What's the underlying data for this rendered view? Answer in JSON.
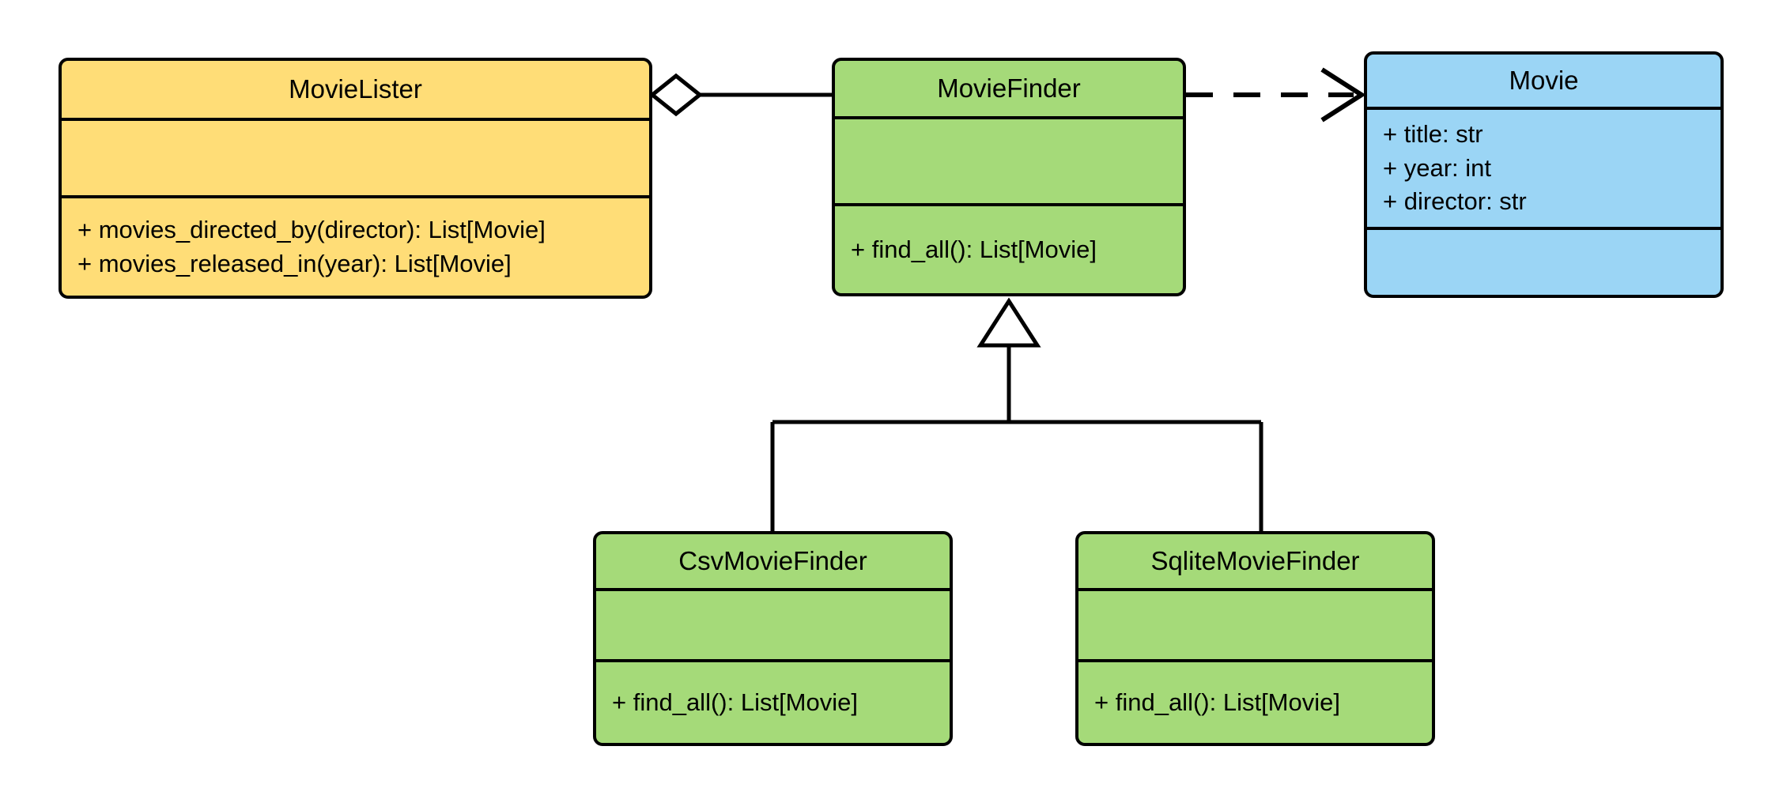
{
  "diagram": {
    "type": "uml-class-diagram",
    "title": "MovieLister dependency injection class diagram",
    "background_color": "#ffffff",
    "stroke_color": "#000000"
  },
  "palette": {
    "lister_fill": "#ffdd77",
    "finder_fill": "#a5da79",
    "movie_fill": "#9bd5f5",
    "stroke": "#000000"
  },
  "classes": [
    {
      "id": "movie-lister",
      "name": "MovieLister",
      "fill": "#ffdd77",
      "attributes": [],
      "methods": [
        "+ movies_directed_by(director): List[Movie]",
        "+ movies_released_in(year): List[Movie]"
      ]
    },
    {
      "id": "movie-finder",
      "name": "MovieFinder",
      "fill": "#a5da79",
      "attributes": [],
      "methods": [
        "+ find_all(): List[Movie]"
      ]
    },
    {
      "id": "movie",
      "name": "Movie",
      "fill": "#9bd5f5",
      "attributes": [
        "+ title: str",
        "+ year: int",
        "+ director: str"
      ],
      "methods": []
    },
    {
      "id": "csv-movie-finder",
      "name": "CsvMovieFinder",
      "fill": "#a5da79",
      "attributes": [],
      "methods": [
        "+ find_all(): List[Movie]"
      ]
    },
    {
      "id": "sqlite-movie-finder",
      "name": "SqliteMovieFinder",
      "fill": "#a5da79",
      "attributes": [],
      "methods": [
        "+ find_all(): List[Movie]"
      ]
    }
  ],
  "relationships": [
    {
      "id": "lister-aggregates-finder",
      "kind": "aggregation",
      "marker": "open-diamond",
      "line": "solid",
      "source": "MovieLister",
      "target": "MovieFinder",
      "label": ""
    },
    {
      "id": "finder-depends-movie",
      "kind": "dependency",
      "marker": "open-arrow",
      "line": "dashed",
      "source": "MovieFinder",
      "target": "Movie",
      "label": ""
    },
    {
      "id": "csv-inherits-finder",
      "kind": "generalization",
      "marker": "hollow-triangle",
      "line": "solid",
      "source": "CsvMovieFinder",
      "target": "MovieFinder",
      "label": ""
    },
    {
      "id": "sqlite-inherits-finder",
      "kind": "generalization",
      "marker": "hollow-triangle",
      "line": "solid",
      "source": "SqliteMovieFinder",
      "target": "MovieFinder",
      "label": ""
    }
  ]
}
